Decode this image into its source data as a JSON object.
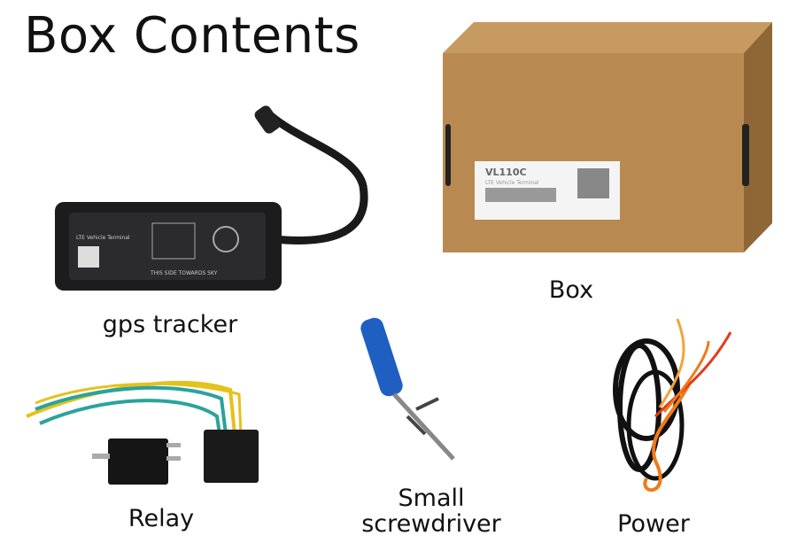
{
  "title": "Box Contents",
  "items": [
    {
      "caption": "gps tracker",
      "device_label": "LTE Vehicle Terminal",
      "device_warning": "THIS SIDE TOWARDS SKY"
    },
    {
      "caption": "Box",
      "box_label_model": "VL110C",
      "box_label_sub": "LTE Vehicle Terminal"
    },
    {
      "caption": "Relay"
    },
    {
      "caption_line1": "Small",
      "caption_line2": "screwdriver"
    },
    {
      "caption": "Power"
    }
  ],
  "colors": {
    "box": "#b88a52",
    "box_dark": "#8f6636",
    "relay_wire_yellow": "#e4c21c",
    "relay_wire_teal": "#2aa39b",
    "screwdriver_handle": "#1f5fc2",
    "power_wire_orange": "#f07a1a"
  }
}
